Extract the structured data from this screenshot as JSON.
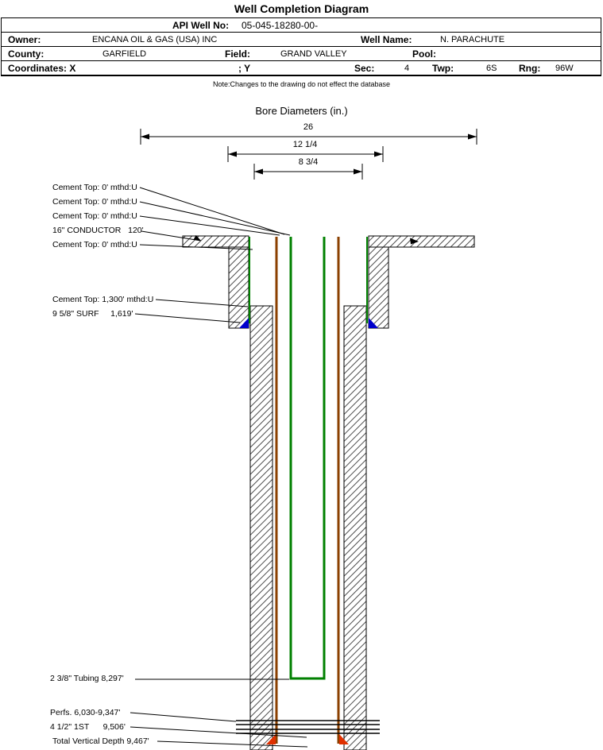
{
  "page": {
    "title": "Well Completion Diagram",
    "note": "Note:Changes to the drawing do not effect the database"
  },
  "header": {
    "api": {
      "label": "API Well No:",
      "value": "05-045-18280-00-"
    },
    "owner": {
      "label": "Owner:",
      "value": "ENCANA OIL & GAS (USA) INC"
    },
    "well_name": {
      "label": "Well Name:",
      "value": "N. PARACHUTE"
    },
    "county": {
      "label": "County:",
      "value": "GARFIELD"
    },
    "field": {
      "label": "Field:",
      "value": "GRAND VALLEY"
    },
    "pool": {
      "label": "Pool:",
      "value": ""
    },
    "coordinates": {
      "label": "Coordinates: X",
      "y_label": "; Y"
    },
    "sec": {
      "label": "Sec:",
      "value": "4"
    },
    "twp": {
      "label": "Twp:",
      "value": "6S"
    },
    "rng": {
      "label": "Rng:",
      "value": "96W"
    }
  },
  "bore_diameters": {
    "title": "Bore Diameters (in.)",
    "dims": [
      {
        "label": "26"
      },
      {
        "label": "12 1/4"
      },
      {
        "label": "8 3/4"
      }
    ]
  },
  "annotations": [
    {
      "text": "Cement Top: 0' mthd:U"
    },
    {
      "text": "Cement Top: 0' mthd:U"
    },
    {
      "text": "Cement Top: 0' mthd:U"
    },
    {
      "text": "16\" CONDUCTOR   120'"
    },
    {
      "text": "Cement Top: 0' mthd:U"
    },
    {
      "text": "Cement Top: 1,300' mthd:U"
    },
    {
      "text": "9 5/8\" SURF     1,619'"
    },
    {
      "text": "2 3/8\" Tubing 8,297'"
    },
    {
      "text": "Perfs. 6,030-9,347'"
    },
    {
      "text": "4 1/2\" 1ST      9,506'"
    },
    {
      "text": "Total Vertical Depth 9,467'"
    }
  ],
  "colors": {
    "surface_casing": "#008000",
    "tubing": "#008000",
    "production_casing": "#8B4000",
    "surface_shoe": "#0000CC",
    "production_shoe": "#E03000"
  }
}
